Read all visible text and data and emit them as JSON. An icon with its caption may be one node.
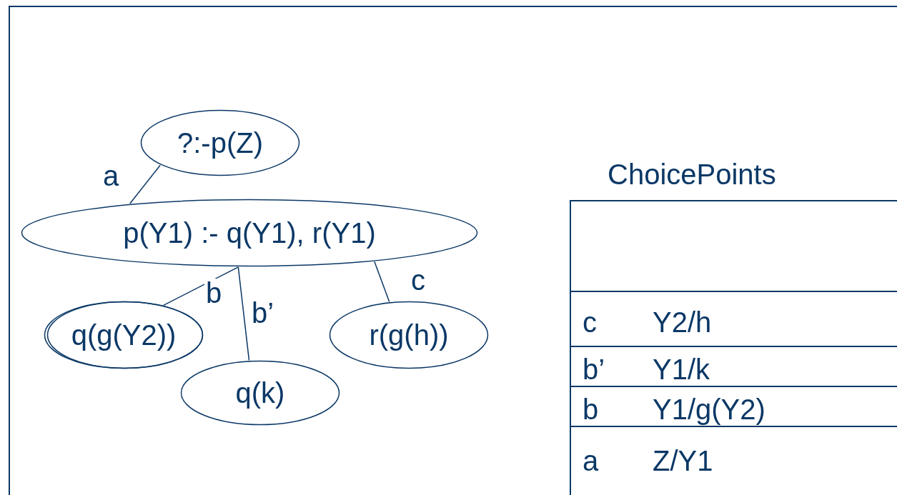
{
  "diagram": {
    "nodes": [
      {
        "text": [
          "?:-p(Z)"
        ]
      },
      {
        "text": [
          "p(Y1) :- q(Y1), r(Y1)"
        ]
      },
      {
        "text": [
          "q(g(Y2))"
        ]
      },
      {
        "text": [
          "q(k)"
        ]
      },
      {
        "text": [
          "r(g(h))"
        ]
      }
    ],
    "edges": [
      {
        "from": 0,
        "to": 1,
        "arrow": "none",
        "label": "a"
      },
      {
        "from": 1,
        "to": 2,
        "arrow": "none",
        "label": "b"
      },
      {
        "from": 1,
        "to": 3,
        "arrow": "none",
        "label": "b’"
      },
      {
        "from": 1,
        "to": 4,
        "arrow": "none",
        "label": "c"
      }
    ],
    "labels": [
      "ChoicePoints",
      "c",
      "Y2/h",
      "b’",
      "Y1/k",
      "b",
      "Y1/g(Y2)",
      "a",
      "Z/Y1"
    ]
  }
}
